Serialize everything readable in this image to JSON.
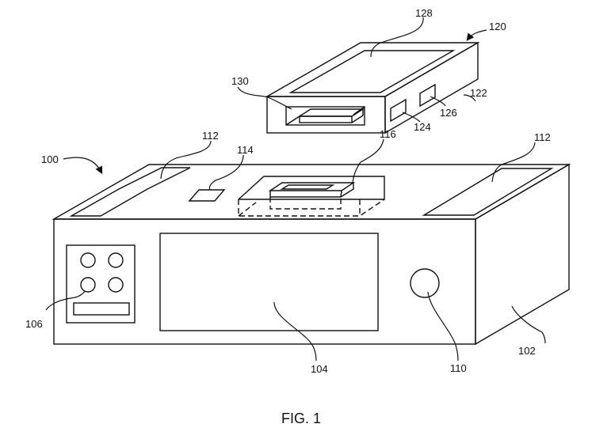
{
  "figure": {
    "caption": "FIG. 1",
    "labels": {
      "base_unit": "100",
      "base_side": "102",
      "display": "104",
      "control_panel": "106",
      "knob": "110",
      "top_pad_left": "112",
      "top_pad_right": "112",
      "top_slot": "114",
      "dock": "116",
      "module": "120",
      "module_side": "122",
      "port_a": "124",
      "port_b": "126",
      "module_screen": "128",
      "module_connector": "130"
    }
  }
}
